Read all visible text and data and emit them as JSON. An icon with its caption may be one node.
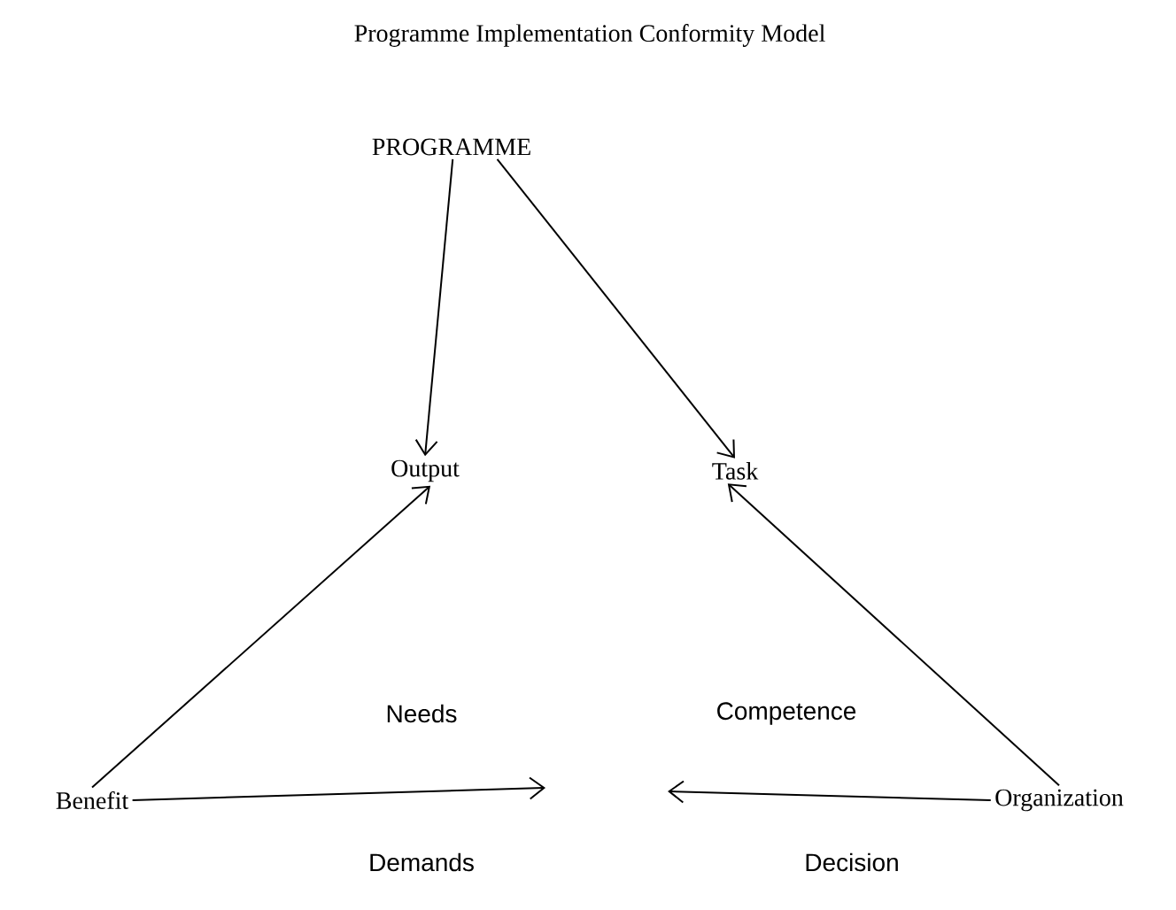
{
  "diagram": {
    "title": "Programme Implementation Conformity Model",
    "nodes": [
      {
        "text": [
          "PROGRAMME"
        ]
      },
      {
        "text": [
          "Output"
        ]
      },
      {
        "text": [
          "Task"
        ]
      },
      {
        "text": [
          "Benefit"
        ]
      },
      {
        "text": [
          "Organization"
        ]
      }
    ],
    "edges": [
      {
        "from": 0,
        "to": 1,
        "arrow": "to"
      },
      {
        "from": 0,
        "to": 2,
        "arrow": "to"
      },
      {
        "from": 3,
        "to": 1,
        "arrow": "to"
      },
      {
        "from": 4,
        "to": 2,
        "arrow": "to"
      },
      {
        "from": 3,
        "to": null,
        "arrow": "to"
      },
      {
        "from": 4,
        "to": null,
        "arrow": "to"
      }
    ],
    "labels": [
      "Needs",
      "Competence",
      "Demands",
      "Decision"
    ]
  }
}
